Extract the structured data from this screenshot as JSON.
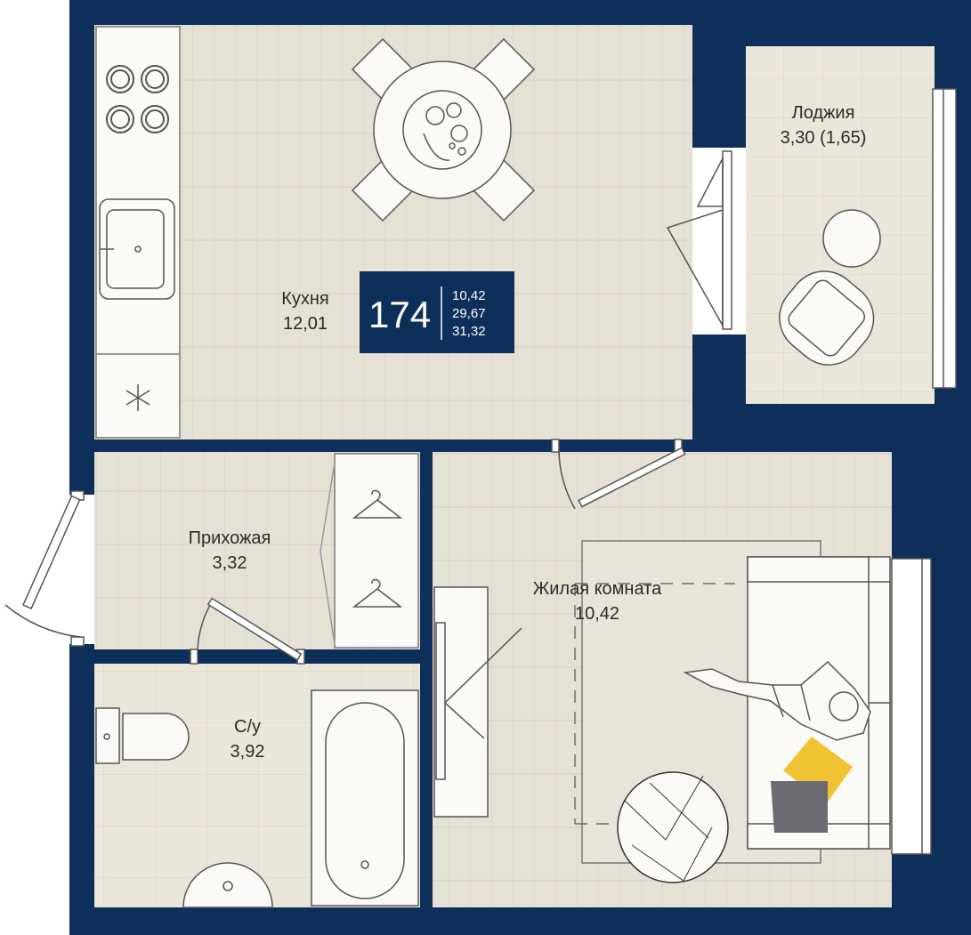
{
  "apartment": {
    "number": "174",
    "areas": [
      "10,42",
      "29,67",
      "31,32"
    ]
  },
  "rooms": {
    "kitchen": {
      "name": "Кухня",
      "area": "12,01"
    },
    "loggia": {
      "name": "Лоджия",
      "area": "3,30 (1,65)"
    },
    "hallway": {
      "name": "Прихожая",
      "area": "3,32"
    },
    "living": {
      "name": "Жилая комната",
      "area": "10,42"
    },
    "bathroom": {
      "name": "С/у",
      "area": "3,92"
    }
  },
  "colors": {
    "wall": "#0e2f5a",
    "floor_wood": "#e6e1d5",
    "floor_tile": "#ebe6da",
    "badge": "#0e2f5a",
    "line": "#555555",
    "pillow_yellow": "#f1c232",
    "pillow_gray": "#6b6b72"
  },
  "icons": [
    "stove-icon",
    "sink-icon",
    "freezer-icon",
    "hanger-icon",
    "toilet-icon",
    "bathtub-icon",
    "washbasin-icon",
    "table-icon",
    "armchair-icon",
    "sofa-icon",
    "person-icon",
    "rug-icon",
    "tv-stand-icon"
  ]
}
